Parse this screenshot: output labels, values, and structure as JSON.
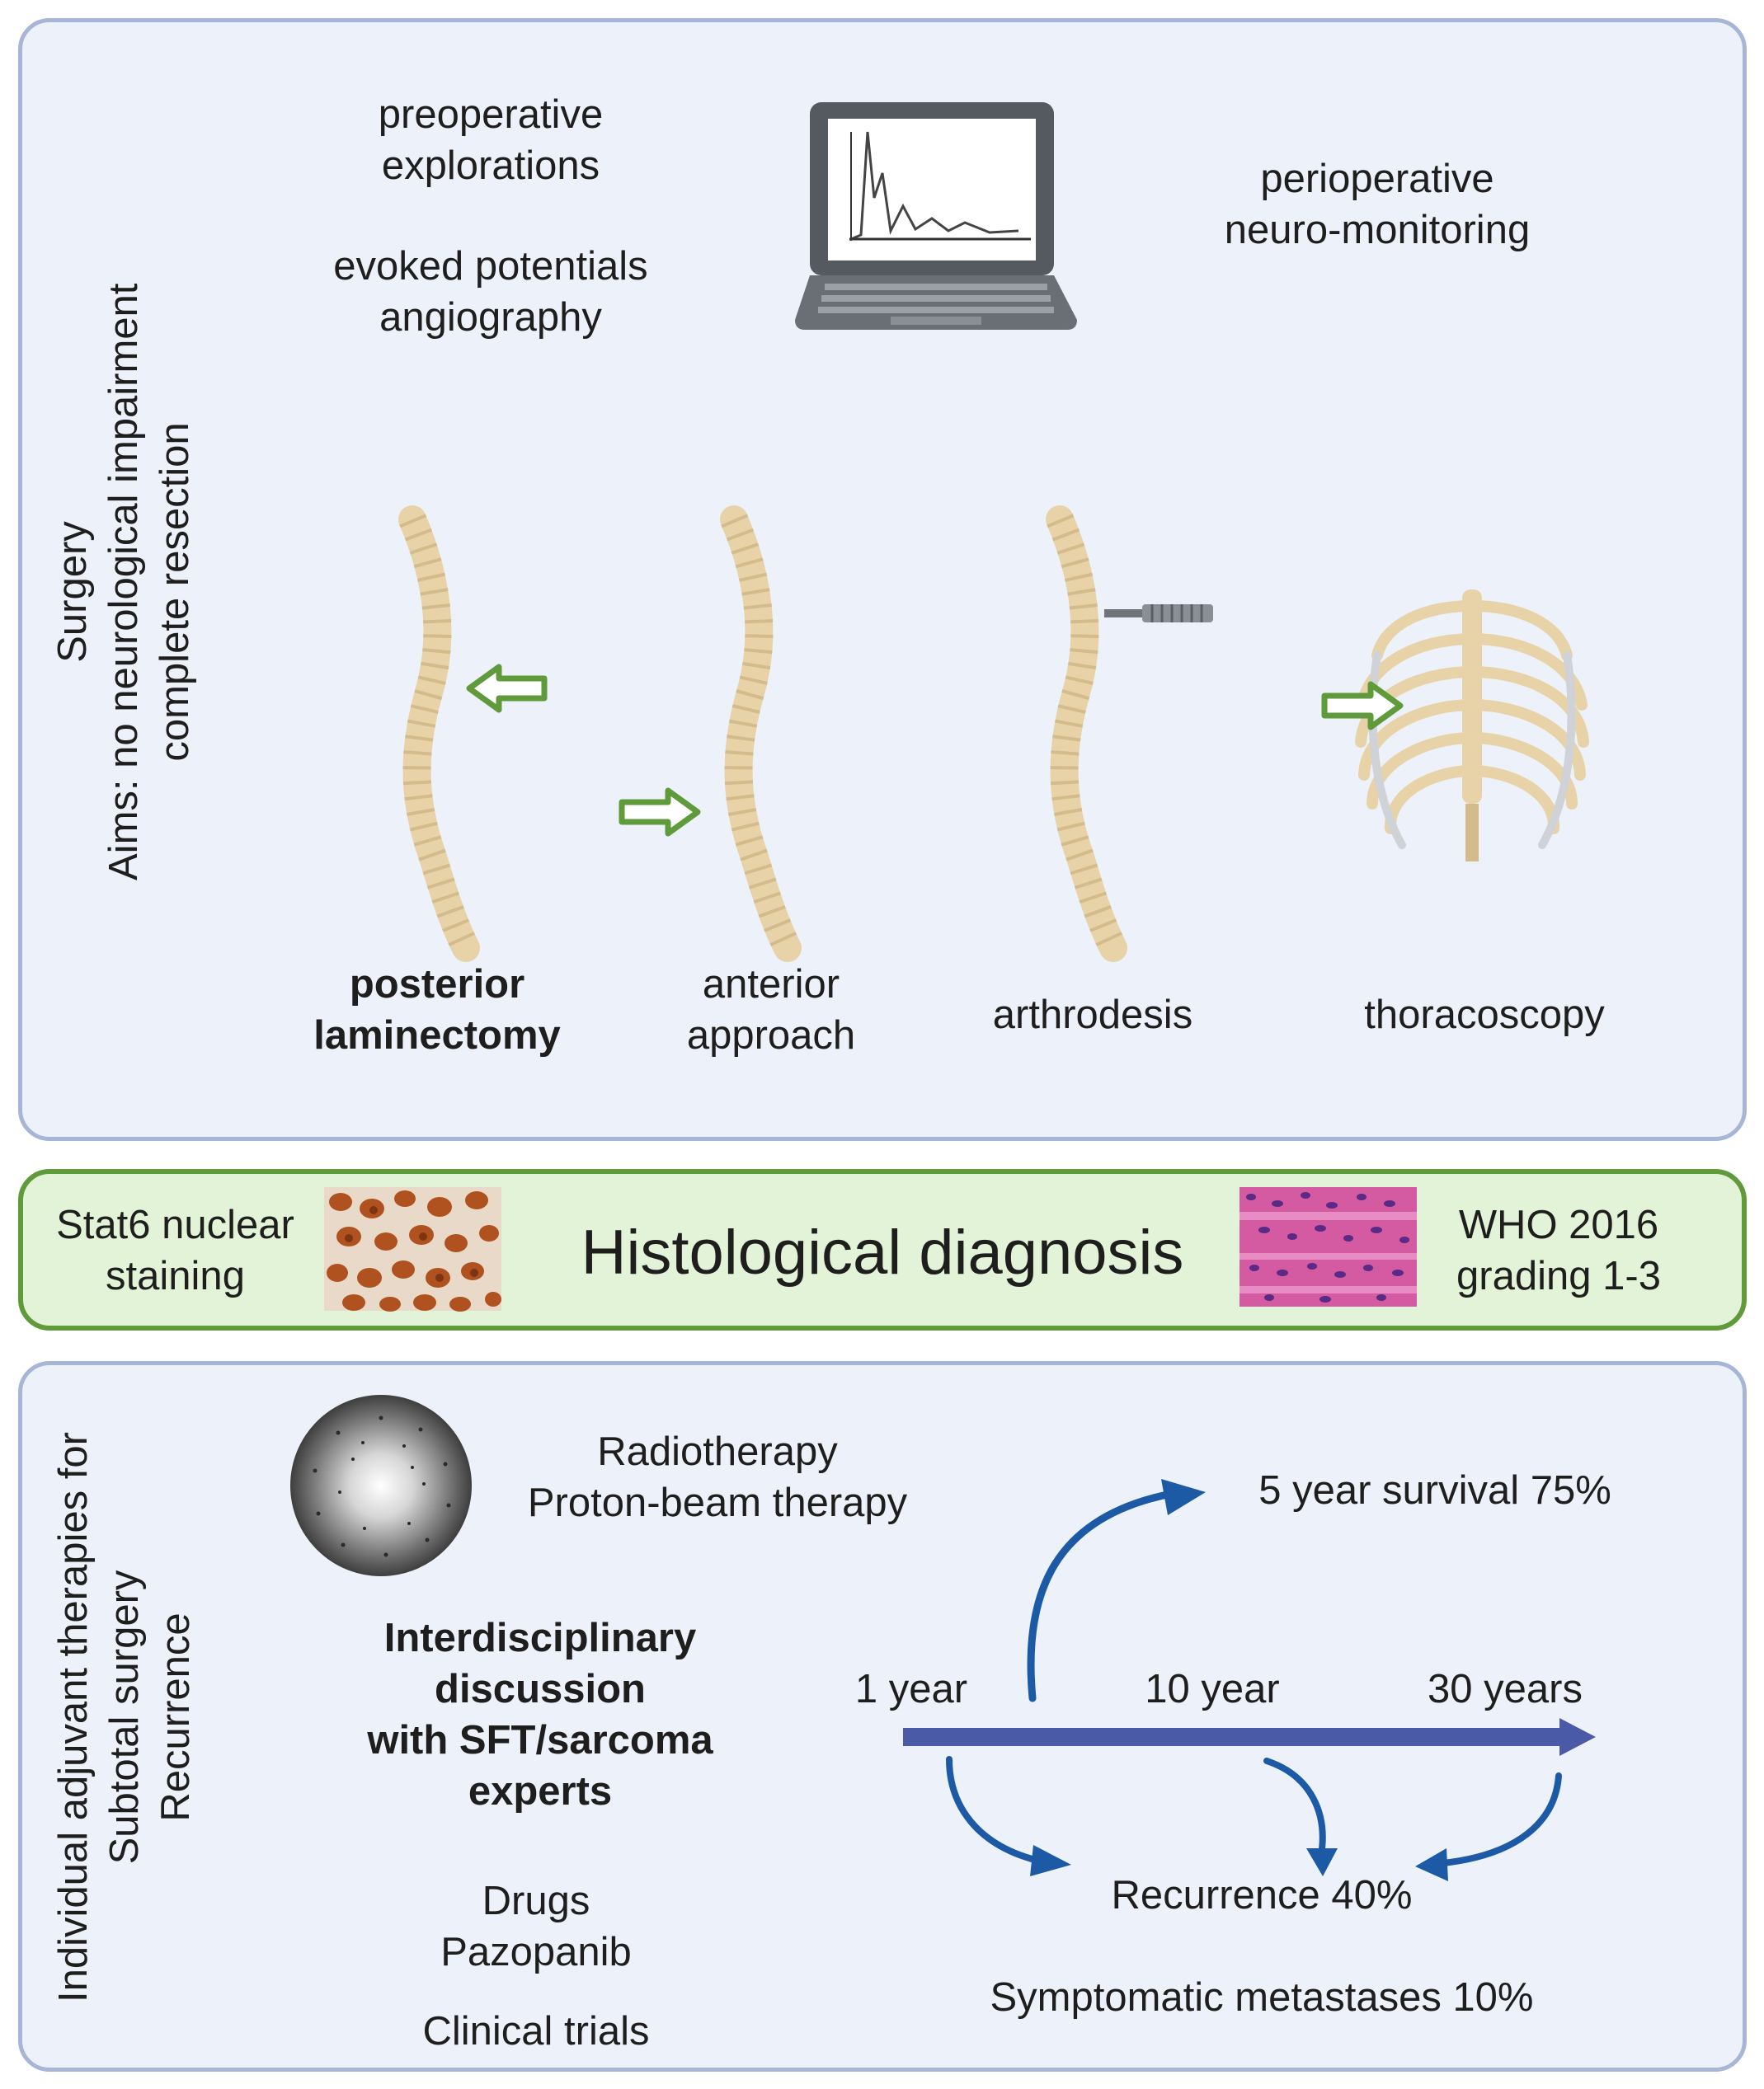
{
  "surgery": {
    "side_label_lines": [
      "Surgery",
      "Aims: no neurological impairment",
      "complete resection"
    ],
    "preop_lines": [
      "preoperative",
      "explorations"
    ],
    "exam_lines": [
      "evoked potentials",
      "angiography"
    ],
    "monitoring_lines": [
      "perioperative",
      "neuro-monitoring"
    ],
    "procedures": [
      {
        "lines": [
          "posterior",
          "laminectomy"
        ],
        "bold": true
      },
      {
        "lines": [
          "anterior",
          "approach"
        ],
        "bold": false
      },
      {
        "lines": [
          "arthrodesis"
        ],
        "bold": false
      },
      {
        "lines": [
          "thoracoscopy"
        ],
        "bold": false
      }
    ]
  },
  "histology": {
    "left_lines": [
      "Stat6 nuclear",
      "staining"
    ],
    "title": "Histological diagnosis",
    "right_lines": [
      "WHO 2016",
      "grading 1-3"
    ]
  },
  "adjuvant": {
    "side_label_lines": [
      "Individual adjuvant therapies for",
      "Subtotal surgery",
      "Recurrence"
    ],
    "radiotherapy_lines": [
      "Radiotherapy",
      "Proton-beam therapy"
    ],
    "discussion_lines": [
      "Interdisciplinary",
      "discussion",
      "with SFT/sarcoma",
      "experts"
    ],
    "drugs_lines": [
      "Drugs",
      "Pazopanib"
    ],
    "trials": "Clinical trials",
    "timeline": {
      "labels": [
        "1 year",
        "10 year",
        "30 years"
      ],
      "survival": "5 year survival 75%",
      "recurrence": "Recurrence 40%",
      "metastases": "Symptomatic metastases 10%"
    }
  },
  "colors": {
    "panel_fill": "#edf1fa",
    "panel_border": "#a7b5d6",
    "histo_fill": "#e2f3d7",
    "histo_border": "#5f9a3b",
    "arrow_green": "#5f9a3b",
    "timeline_bar": "#4a5aa6",
    "curve_blue": "#1d5aa5",
    "bone": "#e8d3a8"
  }
}
